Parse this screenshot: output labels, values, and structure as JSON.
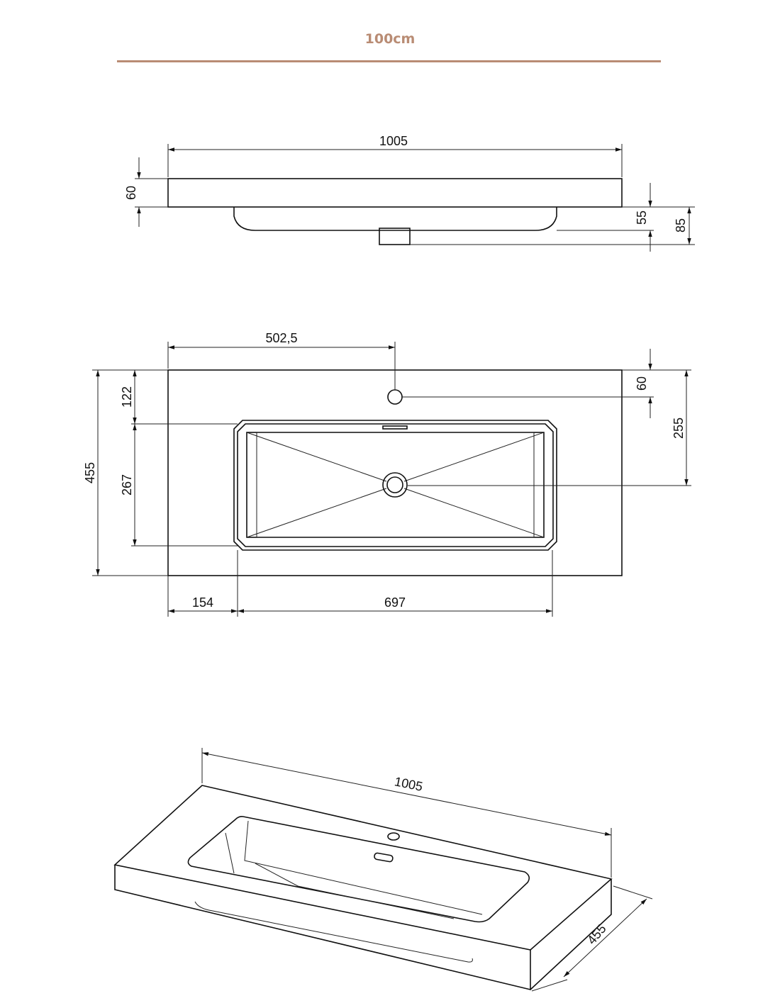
{
  "title": "100cm",
  "accent_color": "#b98c74",
  "front_view": {
    "width": "1005",
    "top_thickness": "60",
    "bowl_depth": "55",
    "total_depth": "85"
  },
  "top_view": {
    "tap_offset": "502,5",
    "depth": "455",
    "bowl_front_offset": "122",
    "bowl_depth": "267",
    "tap_from_back": "60",
    "drain_from_back": "255",
    "left_offset": "154",
    "bowl_width": "697"
  },
  "iso_view": {
    "width": "1005",
    "depth": "455"
  }
}
